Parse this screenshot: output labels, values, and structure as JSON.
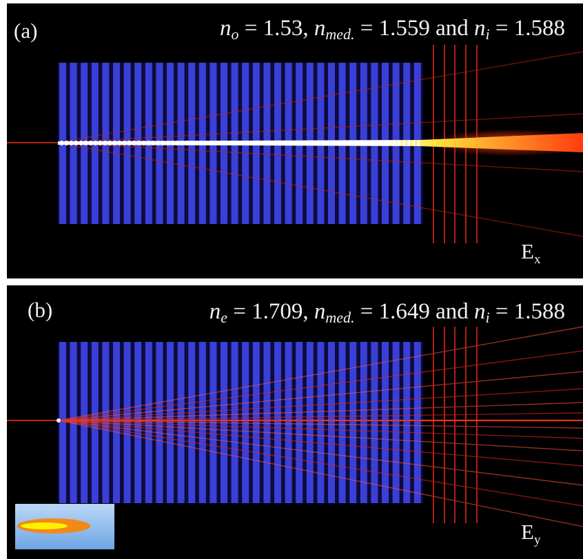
{
  "panel_a": {
    "label": "(a)",
    "equation": {
      "n1_symbol": "n",
      "n1_sub": "o",
      "n1_value": " = 1.53, ",
      "nmed_symbol": "n",
      "nmed_sub": "med.",
      "nmed_value": " = 1.559 and ",
      "ni_symbol": "n",
      "ni_sub": "i",
      "ni_value": " = 1.588"
    },
    "field": {
      "symbol": "E",
      "sub": "x"
    }
  },
  "panel_b": {
    "label": "(b)",
    "equation": {
      "n1_symbol": "n",
      "n1_sub": "e",
      "n1_value": " = 1.709, ",
      "nmed_symbol": "n",
      "nmed_sub": "med.",
      "nmed_value": " = 1.649 and ",
      "ni_symbol": "n",
      "ni_sub": "i",
      "ni_value": " = 1.588"
    },
    "field": {
      "symbol": "E",
      "sub": "y"
    }
  },
  "colors": {
    "background": "#000000",
    "grating": "#3a3fd8",
    "beam_red": "#e0281c",
    "beam_core": "#ffffff",
    "beam_yellow": "#ffd21e",
    "inset_sky": "#8dbcf0",
    "inset_ellipse_outer": "#f28a17",
    "inset_ellipse_inner": "#fff000"
  }
}
